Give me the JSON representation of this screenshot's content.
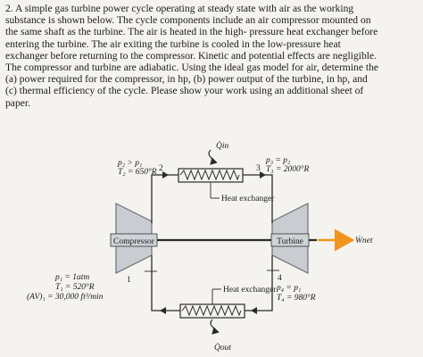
{
  "problem": {
    "lines": [
      "2. A simple gas turbine power cycle operating at steady state with air as the working",
      "substance is shown below. The cycle components include an air compressor mounted on",
      "the same shaft as the turbine. The air is heated in the high- pressure heat exchanger before",
      "entering the turbine. The air exiting the turbine is cooled in the low-pressure heat",
      "exchanger before returning to the compressor. Kinetic and potential effects are negligible.",
      "The compressor and turbine are adiabatic. Using the ideal gas model for air, determine the",
      "(a) power required for the compressor, in hp, (b) power output of the turbine, in hp, and",
      "(c) thermal efficiency of the cycle. Please show your work using an additional sheet of",
      "paper."
    ]
  },
  "diagram": {
    "q_in": "Q̇in",
    "q_out": "Q̇out",
    "w_out": "Ẇnet",
    "state2_p": "p₂ > p₁",
    "state2_t": "T₂ = 650°R",
    "state2_num": "2",
    "state3_num": "3",
    "state3_p": "p₃ = p₂",
    "state3_t": "T₃ = 2000°R",
    "state1_num": "1",
    "state1_p": "p₁ = 1atm",
    "state1_t": "T₁ = 520°R",
    "state1_av": "(AV)₁ = 30,000 ft³/min",
    "state4_num": "4",
    "state4_p": "p₄ = p₁",
    "state4_t": "T₄ = 980°R",
    "hx_top": "Heat exchanger",
    "hx_bottom": "Heat exchanger",
    "compressor": "Compressor",
    "turbine": "Turbine",
    "colors": {
      "machine": "#c9ccd0",
      "machine_edge": "#6d7278",
      "arrow": "#f0941e",
      "line": "#2a2a2a"
    }
  }
}
